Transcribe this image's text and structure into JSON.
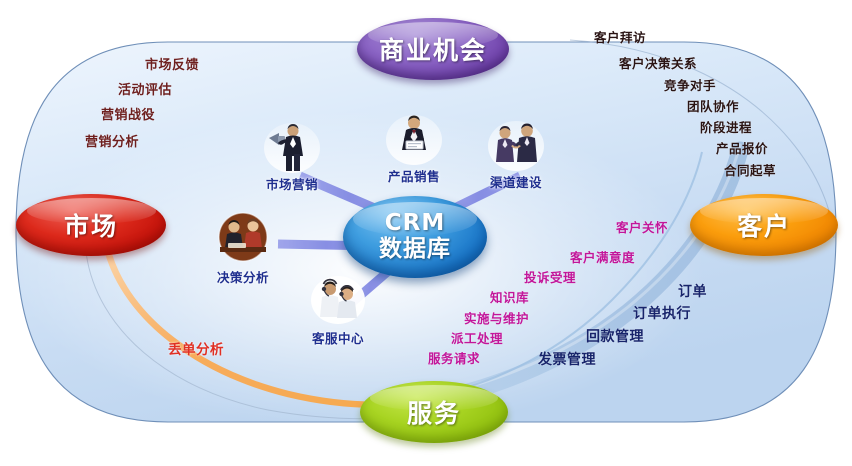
{
  "diagram": {
    "title": "CRM 数据库",
    "hubs": [
      {
        "id": "opportunity",
        "label": "商业机会",
        "color": "#7a4cb8"
      },
      {
        "id": "market",
        "label": "市场",
        "color": "#d4261a"
      },
      {
        "id": "customer",
        "label": "客户",
        "color": "#f59000"
      },
      {
        "id": "service",
        "label": "服务",
        "color": "#9ecb1a"
      },
      {
        "id": "crm_line1",
        "label": "CRM",
        "color": "#1f86d0"
      },
      {
        "id": "crm_line2",
        "label": "数据库",
        "color": "#1f86d0"
      }
    ],
    "nodes": [
      {
        "id": "marketing",
        "caption": "市场营销",
        "icon": "megaphone-person-icon"
      },
      {
        "id": "product-sales",
        "caption": "产品销售",
        "icon": "businessman-document-icon"
      },
      {
        "id": "channel",
        "caption": "渠道建设",
        "icon": "handshake-two-people-icon"
      },
      {
        "id": "decision",
        "caption": "决策分析",
        "icon": "two-people-desk-icon"
      },
      {
        "id": "service-center",
        "caption": "客服中心",
        "icon": "headset-agents-icon"
      }
    ],
    "marketing_labels": [
      "市场反馈",
      "活动评估",
      "营销战役",
      "营销分析"
    ],
    "opportunity_labels": [
      "客户拜访",
      "客户决策关系",
      "竞争对手",
      "团队协作",
      "阶段进程",
      "产品报价",
      "合同起草"
    ],
    "service_labels": [
      "客户关怀",
      "客户满意度",
      "投诉受理",
      "知识库",
      "实施与维护",
      "派工处理",
      "服务请求"
    ],
    "order_labels": [
      "订单",
      "订单执行",
      "回款管理",
      "发票管理"
    ],
    "flow_labels": [
      "丢单分析"
    ],
    "colors": {
      "background_fill": "#cfe0f5",
      "marketing_text": "#6d1f1f",
      "opportunity_text": "#2a1414",
      "service_text": "#c2169a",
      "order_text": "#17246b",
      "lost_text": "#e03024",
      "node_caption": "#1f2f8f",
      "connector": "#8a8fe0",
      "orange_arc": "#f7b268",
      "blue_arc": "#a9c8e8"
    }
  }
}
